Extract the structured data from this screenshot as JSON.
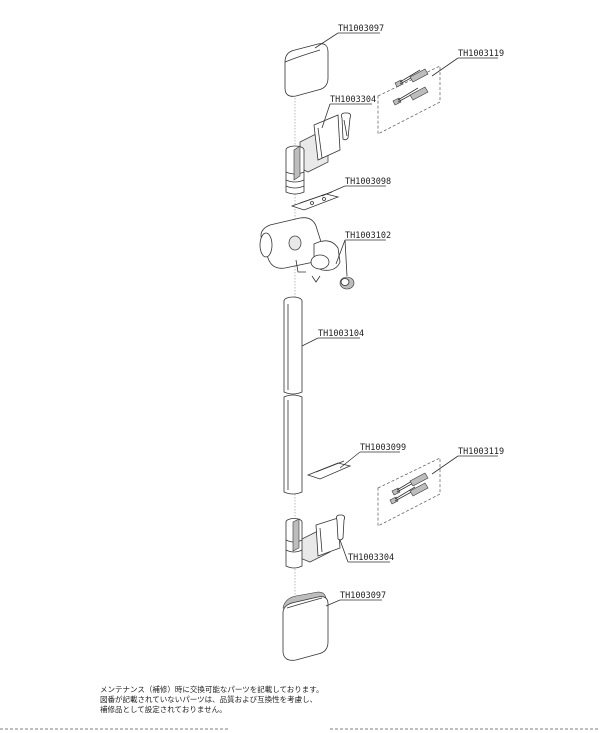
{
  "parts": {
    "cap_top": "TH1003097",
    "bracket_top": "TH1003304",
    "plate_top": "TH1003098",
    "slider": "TH1003102",
    "bar": "TH1003104",
    "screws_top": "TH1003119",
    "plate_bottom": "TH1003099",
    "screws_bottom": "TH1003119",
    "bracket_bottom": "TH1003304",
    "cap_bottom": "TH1003097"
  },
  "note": [
    "メンテナンス（補修）時に交換可能なパーツを記載しております。",
    "図番が記載されていないパーツは、品質および互換性を考慮し、",
    "補修品として設定されておりません。"
  ]
}
